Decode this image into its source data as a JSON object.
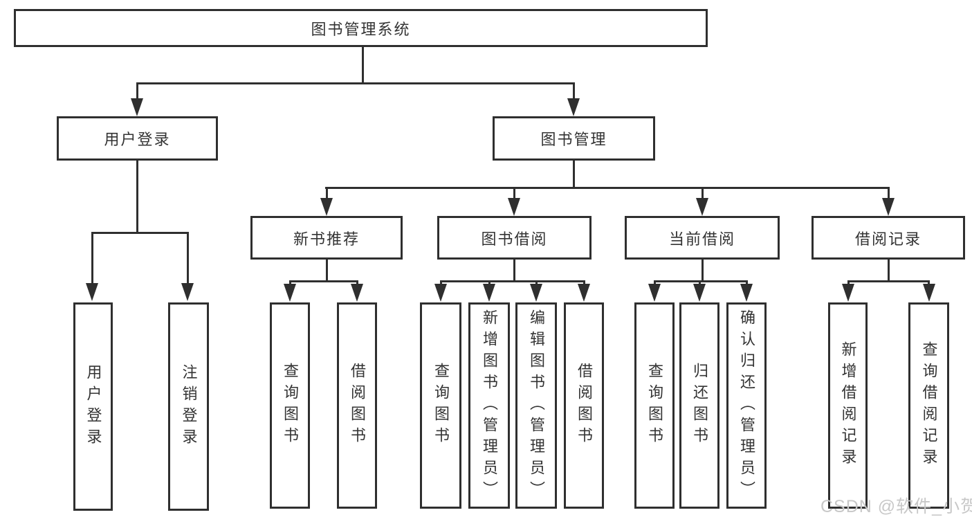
{
  "diagram": {
    "background": "#ffffff",
    "line_color": "#2f2f2f",
    "text_color": "#333333"
  },
  "tree": {
    "label": "图书管理系统",
    "children": [
      {
        "label": "用户登录",
        "children": [
          {
            "label": "用户登录"
          },
          {
            "label": "注销登录"
          }
        ]
      },
      {
        "label": "图书管理",
        "children": [
          {
            "label": "新书推荐",
            "children": [
              {
                "label": "查询图书"
              },
              {
                "label": "借阅图书"
              }
            ]
          },
          {
            "label": "图书借阅",
            "children": [
              {
                "label": "查询图书"
              },
              {
                "label": "新增图书（管理员）"
              },
              {
                "label": "编辑图书（管理员）"
              },
              {
                "label": "借阅图书"
              }
            ]
          },
          {
            "label": "当前借阅",
            "children": [
              {
                "label": "查询图书"
              },
              {
                "label": "归还图书"
              },
              {
                "label": "确认归还（管理员）"
              }
            ]
          },
          {
            "label": "借阅记录",
            "children": [
              {
                "label": "新增借阅记录"
              },
              {
                "label": "查询借阅记录"
              }
            ]
          }
        ]
      }
    ]
  },
  "watermark": {
    "text": "CSDN @软件_小贺同学",
    "color": "#c8c8c8"
  }
}
